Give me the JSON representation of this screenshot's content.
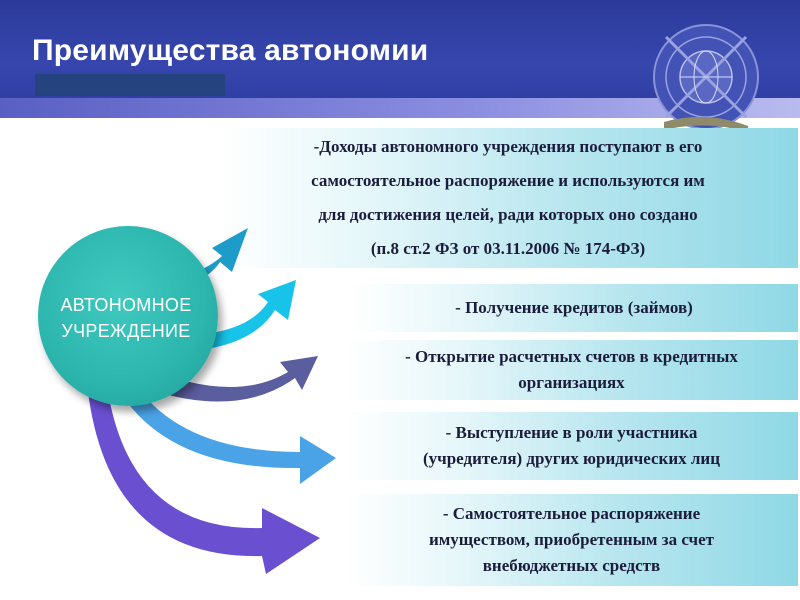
{
  "slide": {
    "title": "Преимущества автономии"
  },
  "center": {
    "line1": "АВТОНОМНОЕ",
    "line2": "УЧРЕЖДЕНИЕ"
  },
  "items": [
    {
      "lines": [
        "-Доходы автономного учреждения поступают в его",
        "самостоятельное  распоряжение и используются им",
        "для достижения целей, ради которых оно создано",
        "(п.8 ст.2 ФЗ от 03.11.2006 № 174-ФЗ)"
      ]
    },
    {
      "lines": [
        "- Получение кредитов (займов)"
      ]
    },
    {
      "lines": [
        "- Открытие расчетных счетов в кредитных",
        "организациях"
      ]
    },
    {
      "lines": [
        "- Выступление в роли участника",
        "(учредителя) других юридических лиц"
      ]
    },
    {
      "lines": [
        "- Самостоятельное распоряжение",
        "имуществом, приобретенным за счет",
        "внебюджетных средств"
      ]
    }
  ],
  "colors": {
    "header": "#3646ad",
    "circle": "#2bb5ad",
    "arrow1": "#1e9cc9",
    "arrow2": "#17c3e8",
    "arrow3": "#5a5d9e",
    "arrow4": "#4aa3e6",
    "arrow5": "#6a4fd0"
  }
}
